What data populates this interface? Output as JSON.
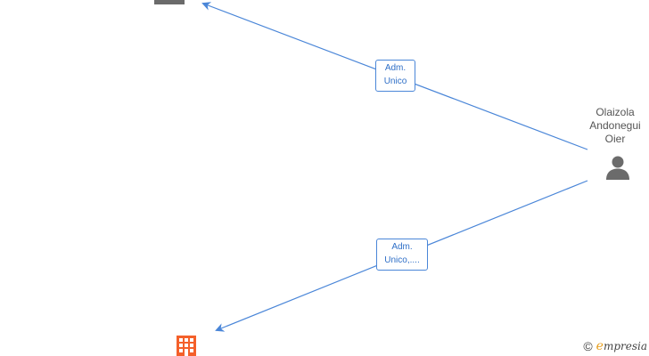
{
  "diagram": {
    "person": {
      "name_lines": [
        "Olaizola",
        "Andonegui",
        "Oier"
      ],
      "icon": "person-icon"
    },
    "companies": [
      {
        "icon": "company-icon"
      },
      {
        "icon": "building-icon",
        "color": "#f4602a"
      }
    ],
    "edges": [
      {
        "label_lines": [
          "Adm.",
          "Unico"
        ],
        "from": "person",
        "to": "company-top"
      },
      {
        "label_lines": [
          "Adm.",
          "Unico,...."
        ],
        "from": "person",
        "to": "company-bottom"
      }
    ],
    "colors": {
      "edge": "#4a86d8",
      "label_text": "#2f6fc7",
      "person_icon": "#6b6b6b",
      "company_top_icon": "#6b6b6b",
      "company_bottom_icon": "#f4602a"
    }
  },
  "brand": {
    "copyright_symbol": "©",
    "initial": "e",
    "rest": "mpresia"
  }
}
